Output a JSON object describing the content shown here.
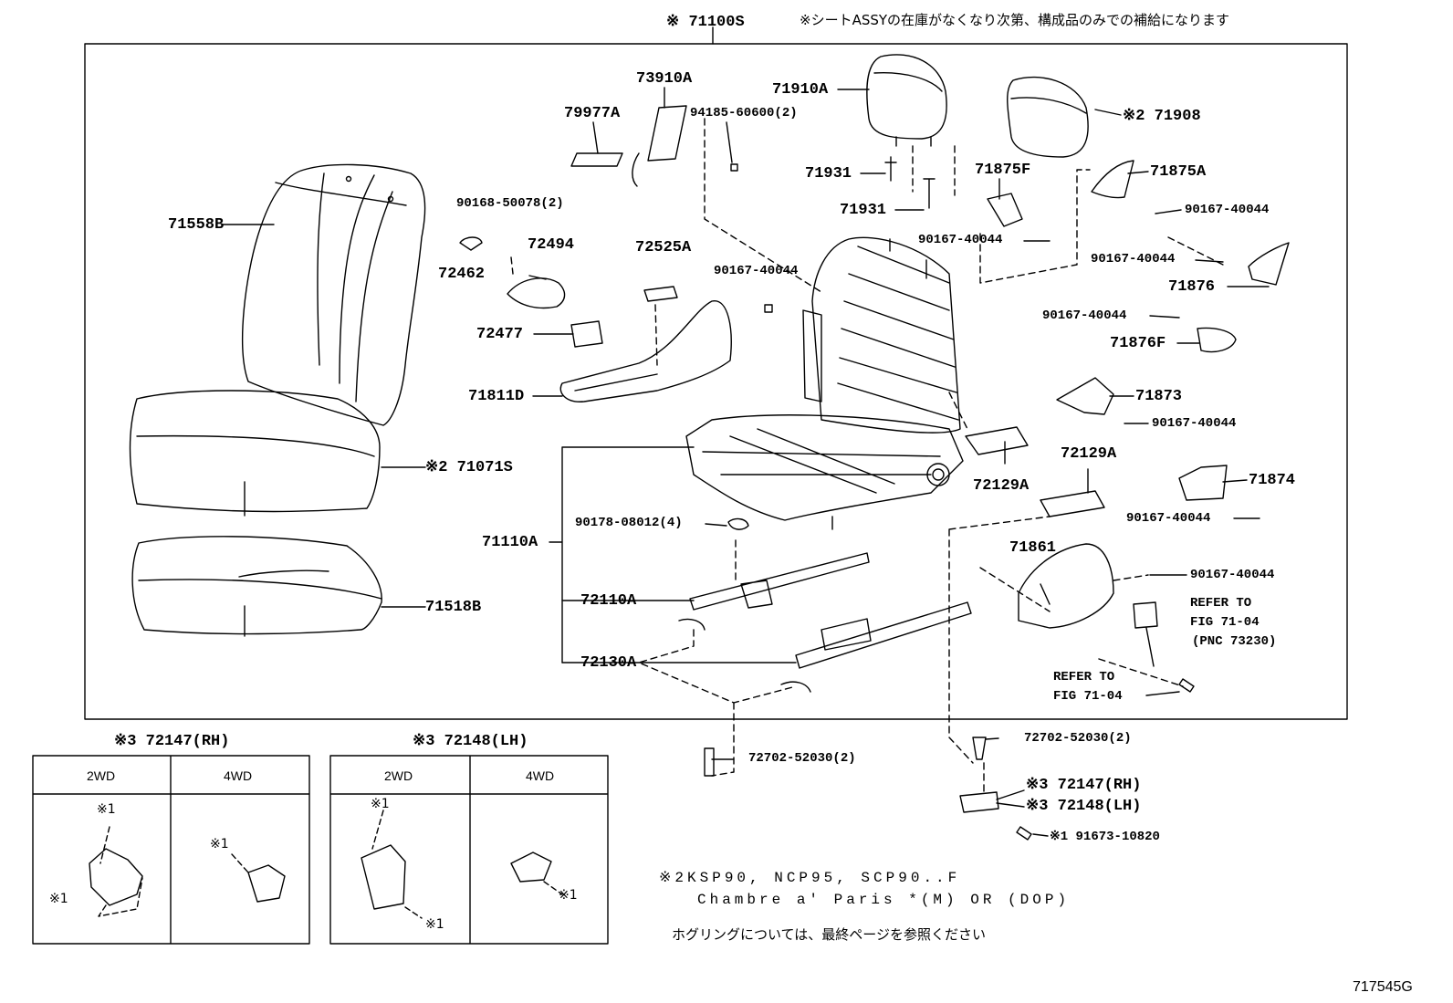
{
  "header": {
    "assy_part": "※ 71100S",
    "assy_note": "※シートASSYの在庫がなくなり次第、構成品のみでの補給になります"
  },
  "parts": {
    "p73910A": "73910A",
    "p79977A": "79977A",
    "p94185": "94185-60600(2)",
    "p71910A": "71910A",
    "p71908": "※2 71908",
    "p71558B": "71558B",
    "p90168": "90168-50078(2)",
    "p72494": "72494",
    "p72462": "72462",
    "p72525A": "72525A",
    "p90167_a": "90167-40044",
    "p72477": "72477",
    "p71811D": "71811D",
    "p71931_a": "71931",
    "p71931_b": "71931",
    "p71875F": "71875F",
    "p90167_b": "90167-40044",
    "p71875A": "71875A",
    "p90167_c": "90167-40044",
    "p90167_d": "90167-40044",
    "p71876": "71876",
    "p90167_e": "90167-40044",
    "p71876F": "71876F",
    "p71873": "71873",
    "p90167_f": "90167-40044",
    "p71071S": "※2 71071S",
    "p72129A_a": "72129A",
    "p72129A_b": "72129A",
    "p71874": "71874",
    "p90167_g": "90167-40044",
    "p90178": "90178-08012(4)",
    "p71110A": "71110A",
    "p71861": "71861",
    "p90167_h": "90167-40044",
    "refer1_l1": "REFER TO",
    "refer1_l2": "FIG 71-04",
    "refer1_l3": "(PNC 73230)",
    "p71518B": "71518B",
    "p72110A": "72110A",
    "p72130A": "72130A",
    "refer2_l1": "REFER TO",
    "refer2_l2": "FIG 71-04",
    "p72702_a": "72702-52030(2)",
    "p72702_b": "72702-52030(2)",
    "p72147_r": "※3 72147(RH)",
    "p72148_r": "※3 72148(LH)",
    "p91673": "※1 91673-10820"
  },
  "tables": [
    {
      "title": "※3 72147(RH)",
      "cols": [
        "2WD",
        "4WD"
      ],
      "mark": "※1"
    },
    {
      "title": "※3 72148(LH)",
      "cols": [
        "2WD",
        "4WD"
      ],
      "mark": "※1"
    }
  ],
  "notes": {
    "line1": "※2KSP90, NCP95, SCP90..F",
    "line2": "Chambre a' Paris *(M) OR (DOP)",
    "line3": "ホグリングについては、最終ページを参照ください"
  },
  "figure_id": "717545G"
}
